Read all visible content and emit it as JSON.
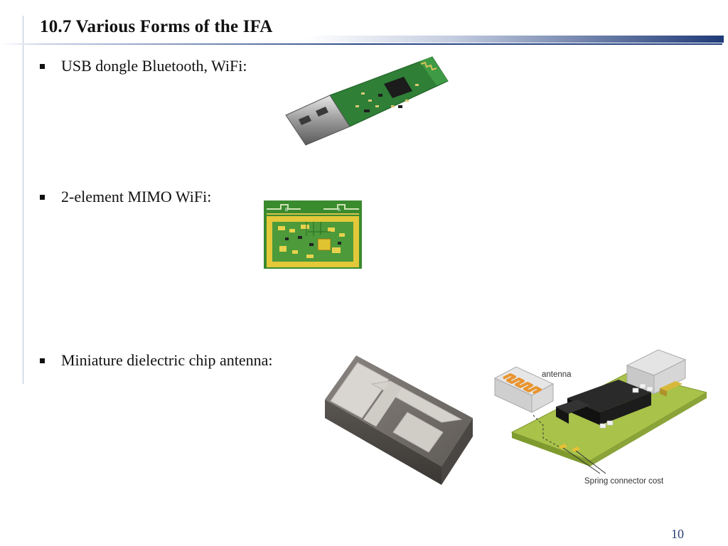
{
  "slide": {
    "title": "10.7  Various Forms of the IFA",
    "page_number": "10"
  },
  "bullets": [
    {
      "text": "USB dongle Bluetooth, WiFi:"
    },
    {
      "text": "2-element MIMO WiFi:"
    },
    {
      "text": "Miniature dielectric chip antenna:"
    }
  ],
  "figures": {
    "pcb_labels": {
      "left": "B",
      "right": "A"
    },
    "module_diagram": {
      "antenna_label": "antenna",
      "connector_label": "Spring connector cost"
    }
  },
  "colors": {
    "title_bar": "#1f3a78",
    "pcb_green": "#3a8a2e",
    "pcb_gold": "#e3c83a",
    "antenna_orange": "#e8942e"
  }
}
